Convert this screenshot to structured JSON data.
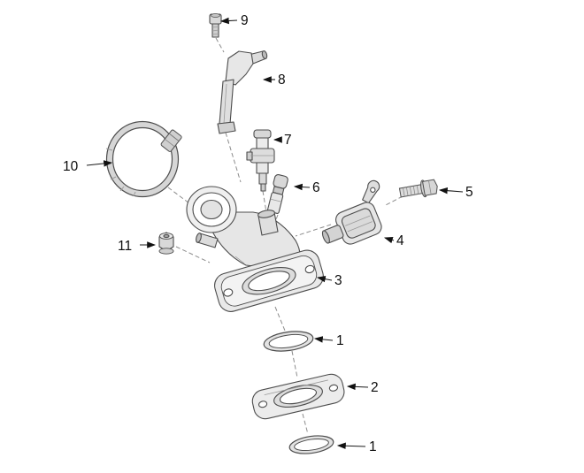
{
  "colors": {
    "background": "#ffffff",
    "leader_line": "#1a1a1a",
    "dashed_axis": "#8c8c8c",
    "part_stroke": "#4d4d4d",
    "part_fill": "#ebebeb"
  },
  "callouts": [
    {
      "label": "9"
    },
    {
      "label": "8"
    },
    {
      "label": "7"
    },
    {
      "label": "10"
    },
    {
      "label": "6"
    },
    {
      "label": "5"
    },
    {
      "label": "4"
    },
    {
      "label": "11"
    },
    {
      "label": "3"
    },
    {
      "label": "1"
    },
    {
      "label": "2"
    },
    {
      "label": "1"
    }
  ]
}
